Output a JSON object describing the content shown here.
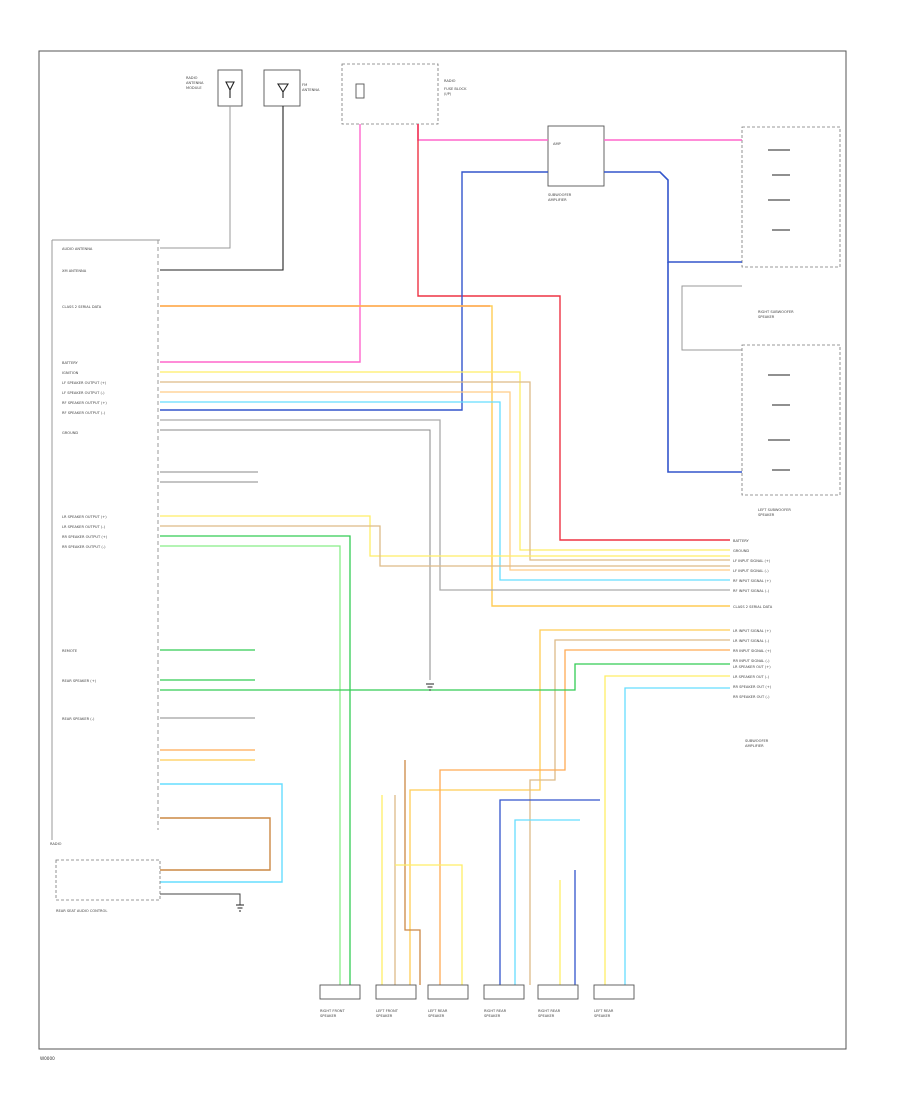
{
  "diagram": {
    "top_components": [
      "RADIO ANTENNA MODULE",
      "FM ANTENNA",
      "RADIO",
      "SUBWOOFER AMPLIFIER",
      "RIGHT SUBWOOFER SPEAKER",
      "LEFT SUBWOOFER SPEAKER"
    ],
    "radio_pins": [
      "AUDIO ANTENNA",
      "XM ANTENNA",
      "CLASS 2 SERIAL DATA",
      "BATTERY",
      "IGNITION",
      "LF SPEAKER OUTPUT (+)",
      "LF SPEAKER OUTPUT (-)",
      "RF SPEAKER OUTPUT (+)",
      "RF SPEAKER OUTPUT (-)",
      "GROUND",
      "LR SPEAKER OUTPUT (+)",
      "LR SPEAKER OUTPUT (-)",
      "RR SPEAKER OUTPUT (+)",
      "RR SPEAKER OUTPUT (-)",
      "REMOTE",
      "REAR SPEAKER (+)",
      "REAR SPEAKER (-)"
    ],
    "right_connector_pins": [
      "BATTERY",
      "GROUND",
      "LF INPUT SIGNAL (+)",
      "LF INPUT SIGNAL (-)",
      "RF INPUT SIGNAL (+)",
      "RF INPUT SIGNAL (-)",
      "CLASS 2 SERIAL DATA",
      "LR INPUT SIGNAL (+)",
      "LR INPUT SIGNAL (-)",
      "RR INPUT SIGNAL (+)",
      "RR INPUT SIGNAL (-)",
      "LR SPEAKER OUT (+)",
      "LR SPEAKER OUT (-)",
      "RR SPEAKER OUT (+)",
      "RR SPEAKER OUT (-)"
    ],
    "bottom_speakers": [
      "RIGHT FRONT SPEAKER",
      "LEFT FRONT SPEAKER",
      "LEFT REAR SPEAKER",
      "RIGHT REAR SPEAKER",
      "RIGHT REAR SPEAKER",
      "LEFT REAR SPEAKER"
    ],
    "bottom_left_module": "REAR SEAT AUDIO CONTROL",
    "code": "W0000"
  },
  "colors": {
    "pink": "#ff66cc",
    "red": "#ee3344",
    "orange": "#ffaa55",
    "brown": "#cc8844",
    "yellow": "#ffee66",
    "tan": "#ddbb88",
    "blue": "#3355cc",
    "light_blue": "#66ddff",
    "green": "#33cc55",
    "light_green": "#88ee88",
    "black": "#222222",
    "gray": "#999999"
  }
}
